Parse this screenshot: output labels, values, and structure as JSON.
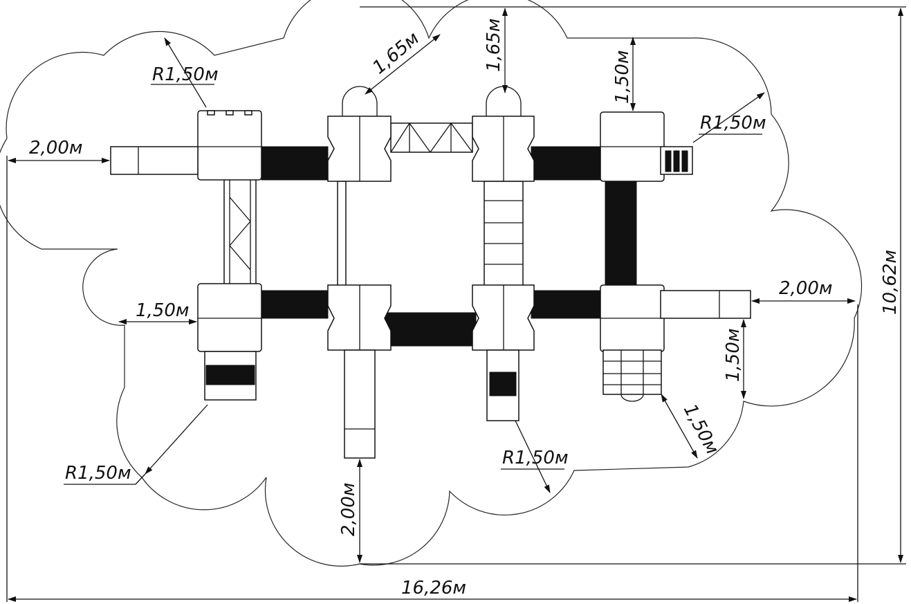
{
  "dimensions": {
    "overall_width": "16,26м",
    "overall_height": "10,62м",
    "clear_top_left": "1,65м",
    "clear_top_mid": "1,65м",
    "clear_top_right": "1,50м",
    "clear_left_slide": "2,00м",
    "clear_right_slide": "2,00м",
    "clear_left_mid": "1,50м",
    "clear_right_lower": "1,50м",
    "clear_lower_diag": "1,50м",
    "clear_bottom_slide": "2,00м",
    "radius_top_left": "R1,50м",
    "radius_top_right": "R1,50м",
    "radius_bottom_left": "R1,50м",
    "radius_bottom_mid": "R1,50м"
  },
  "colors": {
    "line": "#111111",
    "fill": "#ffffff",
    "dark_fill": "#111111"
  }
}
